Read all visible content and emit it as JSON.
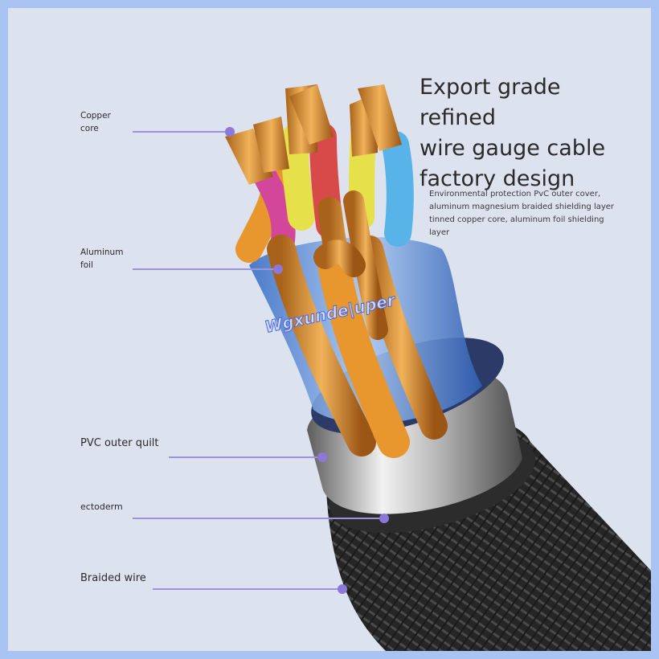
{
  "headline": {
    "line1": "Export grade refined",
    "line2": "wire gauge cable",
    "line3": "factory design"
  },
  "description": {
    "line1": "Environmental protection PvC outer cover,",
    "line2": "aluminum magnesium braided shielding layer",
    "line3": "tinned copper core, aluminum foil shielding",
    "line4": "layer"
  },
  "labels": {
    "copper_core": {
      "line1": "Copper",
      "line2": "core"
    },
    "aluminum_foil": {
      "line1": "Aluminum",
      "line2": "foil"
    },
    "pvc_outer_quilt": "PVC outer quilt",
    "ectoderm": "ectoderm",
    "braided_wire": "Braided wire"
  },
  "watermark": "Wgxunde|uper",
  "colors": {
    "border": "#a9c4f2",
    "background": "#dde2ef",
    "callout_line": "#9f92dc",
    "callout_dot": "#8c78d8",
    "copper": "#d48a2c",
    "orange_insulation": "#e8962e",
    "pink_insulation": "#d2479a",
    "yellow_insulation": "#e6e04a",
    "red_insulation": "#d84a4a",
    "blue_insulation": "#58b4e8",
    "foil": "#7aa3e0",
    "braid": "#2a2a2a"
  }
}
